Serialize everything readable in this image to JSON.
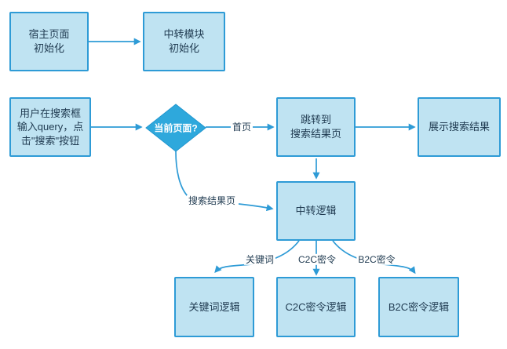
{
  "diagram": {
    "colors": {
      "background": "#ffffff",
      "node_fill": "#bfe3f2",
      "node_border": "#2e9bd6",
      "text": "#1f3a50",
      "arrow": "#2e9bd6",
      "decision_fill": "#2ea8dc",
      "decision_border": "#2196cf",
      "decision_text": "#ffffff"
    },
    "nodes": {
      "host_init": {
        "label": "宿主页面\n初始化",
        "type": "process"
      },
      "relay_module_init": {
        "label": "中转模块\n初始化",
        "type": "process"
      },
      "user_search_input": {
        "label": "用户在搜索框\n输入query，点\n击\"搜索\"按钮",
        "type": "process"
      },
      "current_page_decision": {
        "label": "当前页面?",
        "type": "decision"
      },
      "jump_to_serp": {
        "label": "跳转到\n搜索结果页",
        "type": "process"
      },
      "show_search_results": {
        "label": "展示搜索结果",
        "type": "process"
      },
      "relay_logic": {
        "label": "中转逻辑",
        "type": "process"
      },
      "keyword_logic": {
        "label": "关键词逻辑",
        "type": "process"
      },
      "c2c_logic": {
        "label": "C2C密令逻辑",
        "type": "process"
      },
      "b2c_logic": {
        "label": "B2C密令逻辑",
        "type": "process"
      }
    },
    "edge_labels": {
      "home_page": "首页",
      "search_result_page": "搜索结果页",
      "keyword": "关键词",
      "c2c_password": "C2C密令",
      "b2c_password": "B2C密令"
    },
    "edges": [
      {
        "from": "host_init",
        "to": "relay_module_init"
      },
      {
        "from": "user_search_input",
        "to": "current_page_decision"
      },
      {
        "from": "current_page_decision",
        "to": "jump_to_serp",
        "label": "首页"
      },
      {
        "from": "jump_to_serp",
        "to": "show_search_results"
      },
      {
        "from": "jump_to_serp",
        "to": "relay_logic"
      },
      {
        "from": "current_page_decision",
        "to": "relay_logic",
        "label": "搜索结果页"
      },
      {
        "from": "relay_logic",
        "to": "keyword_logic",
        "label": "关键词"
      },
      {
        "from": "relay_logic",
        "to": "c2c_logic",
        "label": "C2C密令"
      },
      {
        "from": "relay_logic",
        "to": "b2c_logic",
        "label": "B2C密令"
      }
    ]
  }
}
